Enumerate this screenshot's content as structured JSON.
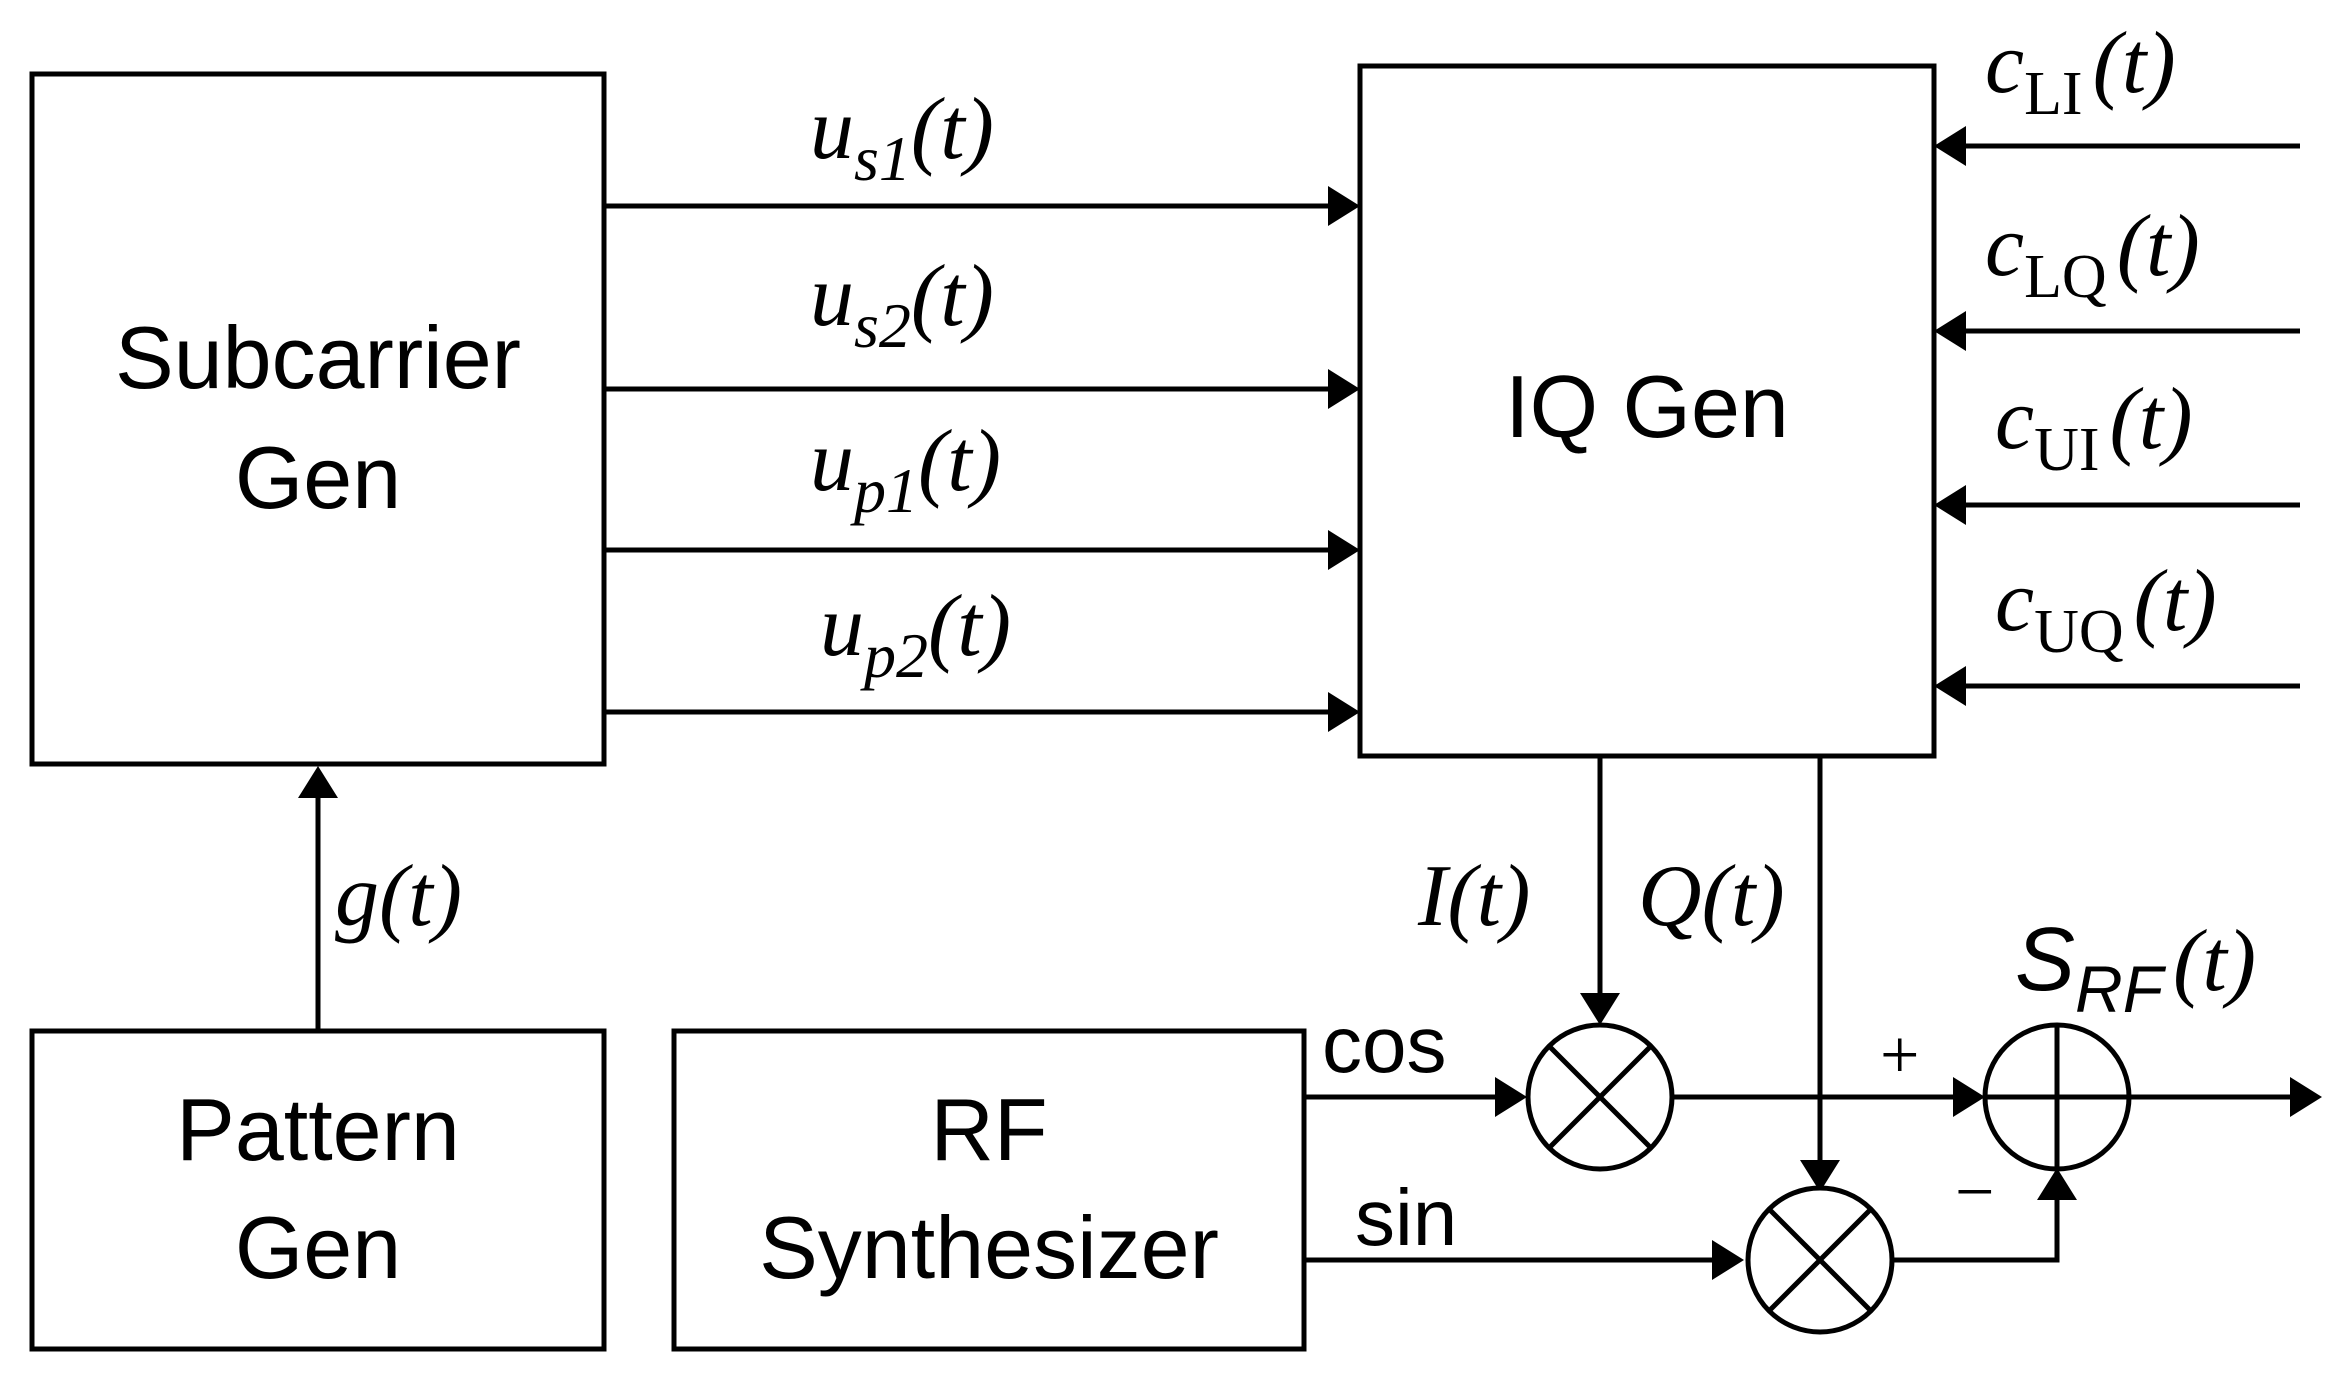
{
  "blocks": {
    "subcarrier_gen": [
      "Subcarrier",
      "Gen"
    ],
    "iq_gen": [
      "IQ Gen"
    ],
    "pattern_gen": [
      "Pattern",
      "Gen"
    ],
    "rf_synth": [
      "RF",
      "Synthesizer"
    ]
  },
  "signals": {
    "us1": {
      "main": "u",
      "sub": "s1",
      "arg": "(t)"
    },
    "us2": {
      "main": "u",
      "sub": "s2",
      "arg": "(t)"
    },
    "up1": {
      "main": "u",
      "sub": "p1",
      "arg": "(t)"
    },
    "up2": {
      "main": "u",
      "sub": "p2",
      "arg": "(t)"
    },
    "cLI": {
      "main": "c",
      "sub": "LI",
      "arg": "(t)"
    },
    "cLQ": {
      "main": "c",
      "sub": "LQ",
      "arg": "(t)"
    },
    "cUI": {
      "main": "c",
      "sub": "UI",
      "arg": "(t)"
    },
    "cUQ": {
      "main": "c",
      "sub": "UQ",
      "arg": "(t)"
    },
    "g": {
      "main": "g",
      "arg": "(t)"
    },
    "I": {
      "main": "I",
      "arg": "(t)"
    },
    "Q": {
      "main": "Q",
      "arg": "(t)"
    },
    "srf": {
      "main": "S",
      "sub": "RF",
      "arg": "(t)"
    }
  },
  "labels": {
    "cos": "cos",
    "sin": "sin",
    "plus": "+",
    "minus": "−"
  }
}
